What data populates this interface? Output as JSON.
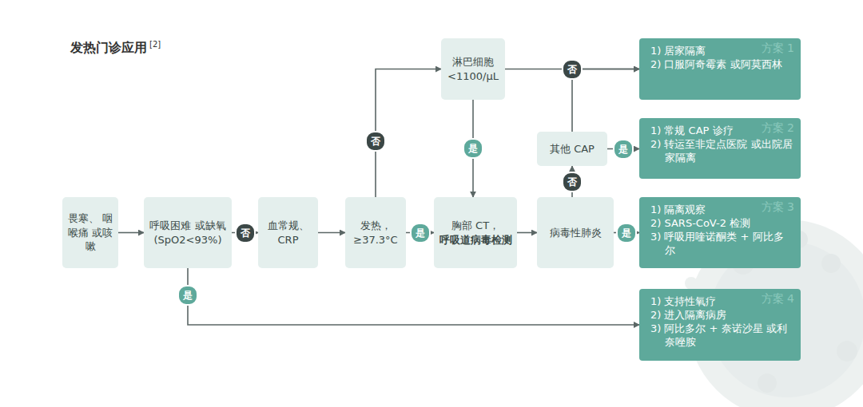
{
  "diagram": {
    "title": "发热门诊应用",
    "nodes": [
      {
        "text": [
          "畏寒、 咽喉痛 或咳嗽"
        ]
      },
      {
        "text": [
          "呼吸困难 或缺氧 (SpO2<93%)"
        ]
      },
      {
        "text": [
          "血常规、 CRP"
        ]
      },
      {
        "text": [
          "发热， ≥37.3°C"
        ]
      },
      {
        "text": [
          "淋巴细胞 <1100/μL"
        ]
      },
      {
        "text": [
          "胸部 CT，",
          "呼吸道病毒检测"
        ]
      },
      {
        "text": [
          "其他 CAP"
        ]
      },
      {
        "text": [
          "病毒性肺炎"
        ]
      },
      {
        "text": [
          "方案 1",
          "1) 居家隔离",
          "2) 口服阿奇霉素 或阿莫西林"
        ]
      },
      {
        "text": [
          "方案 2",
          "1) 常规 CAP 诊疗",
          "2) 转运至非定点医院 或出院居家隔离"
        ]
      },
      {
        "text": [
          "方案 3",
          "1) 隔离观察",
          "2) SARS-CoV-2 检测",
          "3) 呼吸用喹诺酮类 + 阿比多尔"
        ]
      },
      {
        "text": [
          "方案 4",
          "1) 支持性氧疗",
          "2) 进入隔离病房",
          "3) 阿比多尔 + 奈诺沙星 或利奈唑胺"
        ]
      }
    ],
    "edges": [
      {
        "from": 0,
        "to": 1,
        "arrow": "to"
      },
      {
        "from": 1,
        "to": 2,
        "label": "否",
        "arrow": "to"
      },
      {
        "from": 2,
        "to": 3,
        "arrow": "to"
      },
      {
        "from": 3,
        "to": 5,
        "label": "是",
        "arrow": "to"
      },
      {
        "from": 3,
        "to": 4,
        "label": "否",
        "arrow": "to"
      },
      {
        "from": 4,
        "to": 8,
        "label": "否",
        "arrow": "to"
      },
      {
        "from": 4,
        "to": 5,
        "label": "是",
        "arrow": "to"
      },
      {
        "from": 5,
        "to": 7,
        "arrow": "to"
      },
      {
        "from": 7,
        "to": 6,
        "label": "否",
        "arrow": "to"
      },
      {
        "from": 6,
        "to": 9,
        "label": "是",
        "arrow": "to"
      },
      {
        "from": 6,
        "to": 8,
        "arrow": "to"
      },
      {
        "from": 7,
        "to": 10,
        "label": "是",
        "arrow": "to"
      },
      {
        "from": 1,
        "to": 11,
        "label": "是",
        "arrow": "to"
      }
    ],
    "labels": [
      "[2]"
    ]
  }
}
